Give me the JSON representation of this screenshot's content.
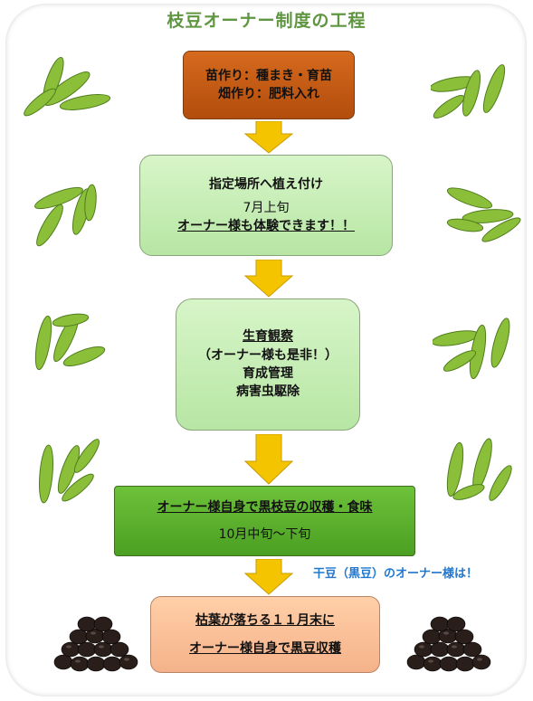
{
  "title": "枝豆オーナー制度の工程",
  "steps": [
    {
      "lines": [
        "苗作り：種まき・育苗",
        "畑作り：肥料入れ"
      ]
    },
    {
      "lines": [
        "指定場所へ植え付け",
        "7月上旬",
        "オーナー様も体験できます！！"
      ]
    },
    {
      "lines": [
        "生育観察",
        "（オーナー様も是非！）",
        "育成管理",
        "病害虫駆除"
      ]
    },
    {
      "lines": [
        "オーナー様自身で黒枝豆の収穫・食味",
        "10月中旬～下旬"
      ]
    },
    {
      "lines": [
        "枯葉が落ちる１１月末に",
        "オーナー様自身で黒豆収穫"
      ]
    }
  ],
  "note": "干豆（黒豆）のオーナー様は！",
  "icons": {
    "arrow": "down-arrow-icon",
    "edamame": "edamame-icon",
    "black_beans": "black-beans-icon"
  },
  "colors": {
    "title": "#5f9640",
    "note": "#1f77d0",
    "arrow": "#f5c400"
  }
}
